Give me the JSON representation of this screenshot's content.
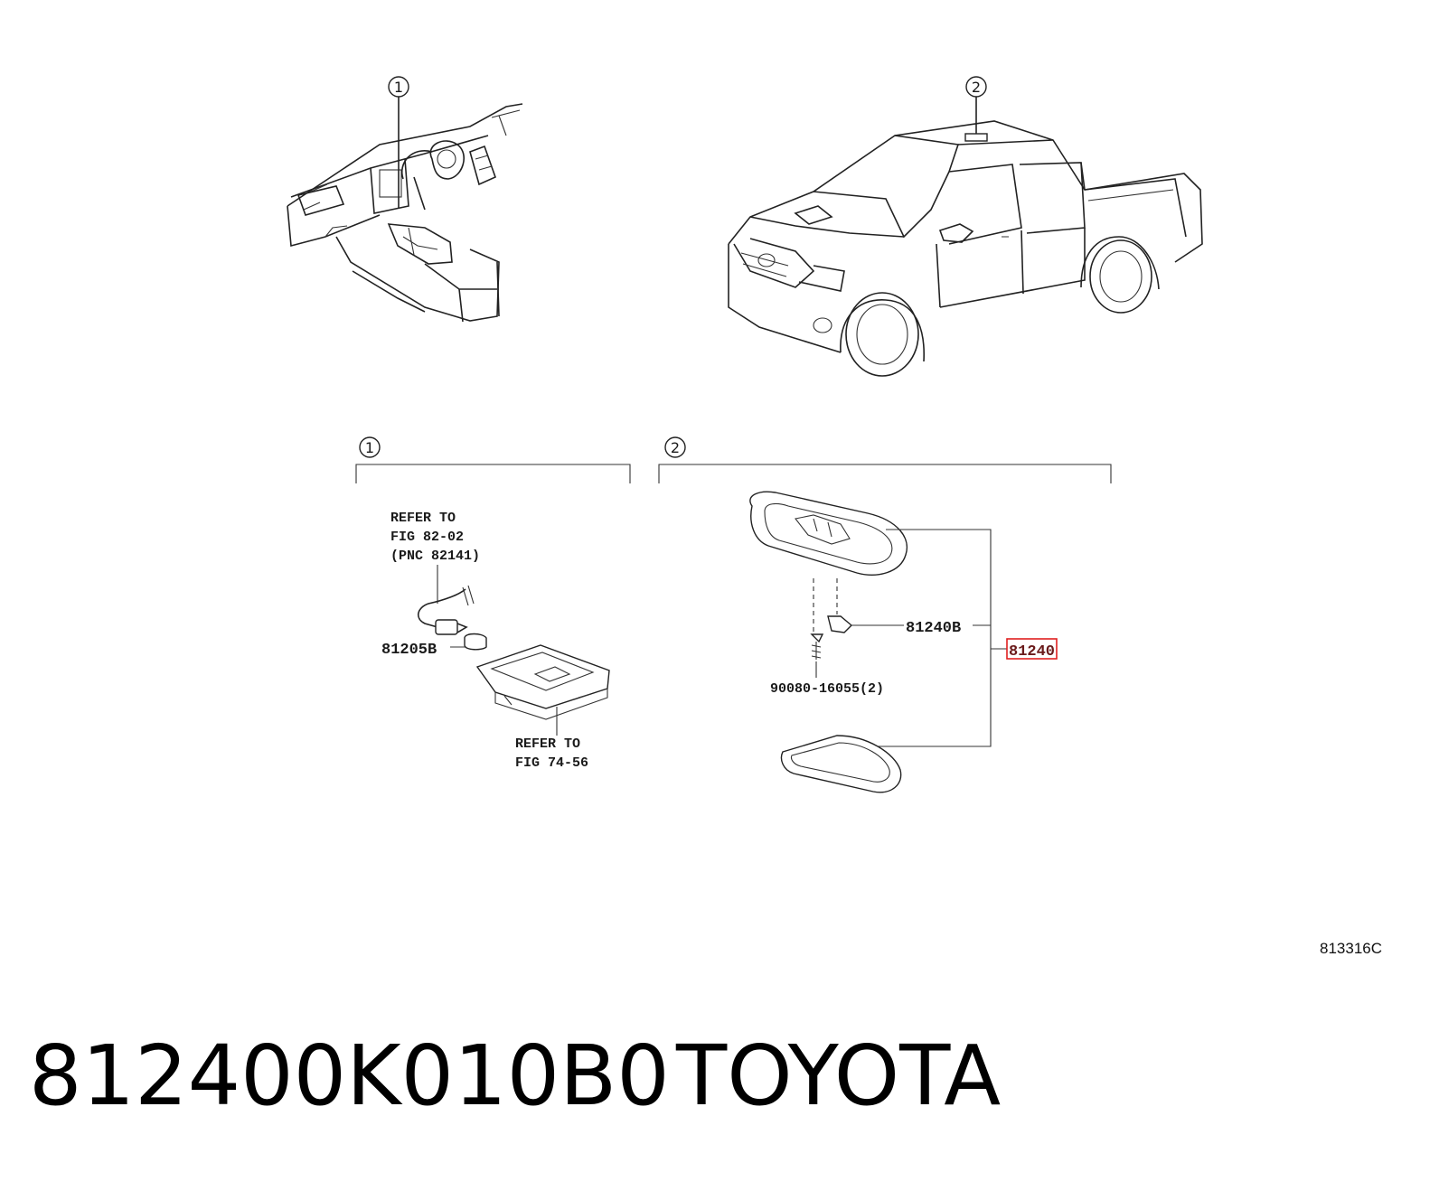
{
  "callouts": {
    "c1": "1",
    "c2": "2"
  },
  "groups": {
    "g1": "1",
    "g2": "2"
  },
  "left_group": {
    "refer_top": [
      "REFER TO",
      "FIG 82-02",
      "(PNC 82141)"
    ],
    "part_bulb": "81205B",
    "refer_bottom": [
      "REFER TO",
      "FIG 74-56"
    ]
  },
  "right_group": {
    "part_bulb": "81240B",
    "part_lamp": "81240",
    "part_screw": "90080-16055(2)"
  },
  "figure_code": "813316C",
  "footer": {
    "part_number": "812400K010B0",
    "brand": "TOYOTA"
  },
  "colors": {
    "highlight": "#e02020",
    "line": "#222222"
  }
}
